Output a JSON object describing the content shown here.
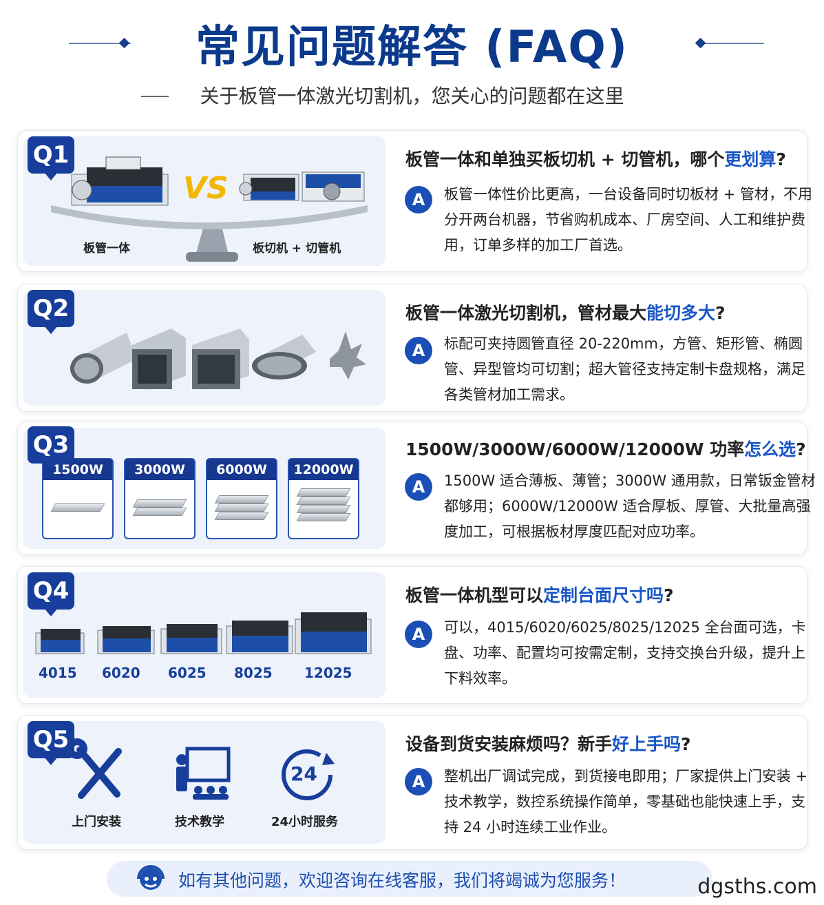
{
  "header": {
    "title": "常见问题解答 (FAQ)",
    "subtitle": "关于板管一体激光切割机，您关心的问题都在这里"
  },
  "faq": [
    {
      "q_label": "Q1",
      "question_prefix": "板管一体和单独买板切机 + 切管机，哪个",
      "question_highlight": "更划算",
      "question_suffix": "?",
      "a_label": "A",
      "answer": "板管一体性价比更高，一台设备同时切板材 + 管材，不用分开两台机器，节省购机成本、厂房空间、人工和维护费用，订单多样的加工厂首选。",
      "visual": {
        "left_label": "板管一体",
        "vs_text": "VS",
        "right_label": "板切机 + 切管机"
      }
    },
    {
      "q_label": "Q2",
      "question_prefix": "板管一体激光切割机，管材最大",
      "question_highlight": "能切多大",
      "question_suffix": "?",
      "a_label": "A",
      "answer": "标配可夹持圆管直径 20-220mm，方管、矩形管、椭圆管、异型管均可切割；超大管径支持定制卡盘规格，满足各类管材加工需求。"
    },
    {
      "q_label": "Q3",
      "question_prefix": "1500W/3000W/6000W/12000W 功率",
      "question_highlight": "怎么选",
      "question_suffix": "?",
      "a_label": "A",
      "answer": "1500W 适合薄板、薄管；3000W 通用款，日常钣金管材都够用；6000W/12000W 适合厚板、厚管、大批量高强度加工，可根据板材厚度匹配对应功率。",
      "powers": [
        "1500W",
        "3000W",
        "6000W",
        "12000W"
      ],
      "plate_layers": [
        1,
        2,
        3,
        4
      ]
    },
    {
      "q_label": "Q4",
      "question_prefix": "板管一体机型可以",
      "question_highlight": "定制台面尺寸吗",
      "question_suffix": "?",
      "a_label": "A",
      "answer": "可以，4015/6020/6025/8025/12025 全台面可选，卡盘、功率、配置均可按需定制，支持交换台升级，提升上下料效率。",
      "models": [
        "4015",
        "6020",
        "6025",
        "8025",
        "12025"
      ]
    },
    {
      "q_label": "Q5",
      "question_prefix": "设备到货安装麻烦吗？新手",
      "question_highlight": "好上手吗",
      "question_suffix": "?",
      "a_label": "A",
      "answer": "整机出厂调试完成，到货接电即用；厂家提供上门安装 + 技术教学，数控系统操作简单，零基础也能快速上手，支持 24 小时连续工业作业。",
      "services": [
        {
          "label": "上门安装",
          "icon": "tools-icon"
        },
        {
          "label": "技术教学",
          "icon": "teaching-icon"
        },
        {
          "label": "24小时服务",
          "icon": "24h-service-icon",
          "icon_text": "24"
        }
      ]
    }
  ],
  "footer": {
    "text": "如有其他问题，欢迎咨询在线客服，我们将竭诚为您服务！",
    "icon": "customer-service-icon"
  },
  "watermark": "dgsths.com",
  "colors": {
    "primary": "#173e9b",
    "highlight": "#1856c7",
    "vs": "#f2b705",
    "panel_bg": "#eef3fb"
  }
}
